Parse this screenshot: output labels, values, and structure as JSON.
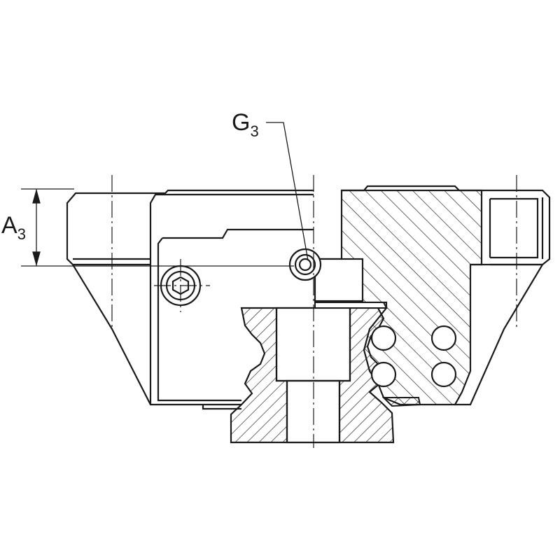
{
  "labels": {
    "g3": {
      "main": "G",
      "sub": "3"
    },
    "a3": {
      "main": "A",
      "sub": "3"
    }
  },
  "colors": {
    "line": "#1a1a1a",
    "background": "#ffffff"
  }
}
